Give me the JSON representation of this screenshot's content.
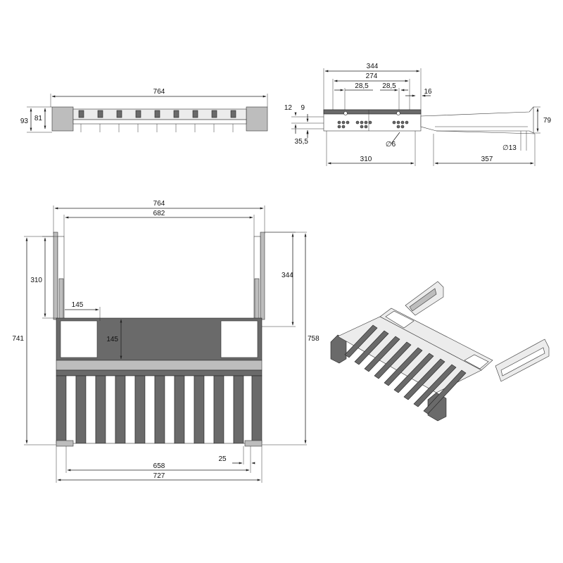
{
  "top_view": {
    "width": "764",
    "height_outer": "93",
    "height_inner": "81"
  },
  "side_view": {
    "depth_total": "344",
    "depth_mid": "274",
    "pitch_left": "28,5",
    "pitch_right": "28,5",
    "offset_right": "16",
    "height_top": "12",
    "height_small": "9",
    "bottom_offset": "35,5",
    "hole_dia": "∅6",
    "depth_body": "310",
    "slide_len": "357",
    "slide_dia": "∅13",
    "slide_height": "79"
  },
  "front_view": {
    "width_outer": "764",
    "width_inner": "682",
    "side_310": "310",
    "side_344": "344",
    "box_145_w": "145",
    "box_145_h": "145",
    "height_741": "741",
    "height_758": "758",
    "bottom_658": "658",
    "bottom_25": "25",
    "bottom_727": "727"
  }
}
